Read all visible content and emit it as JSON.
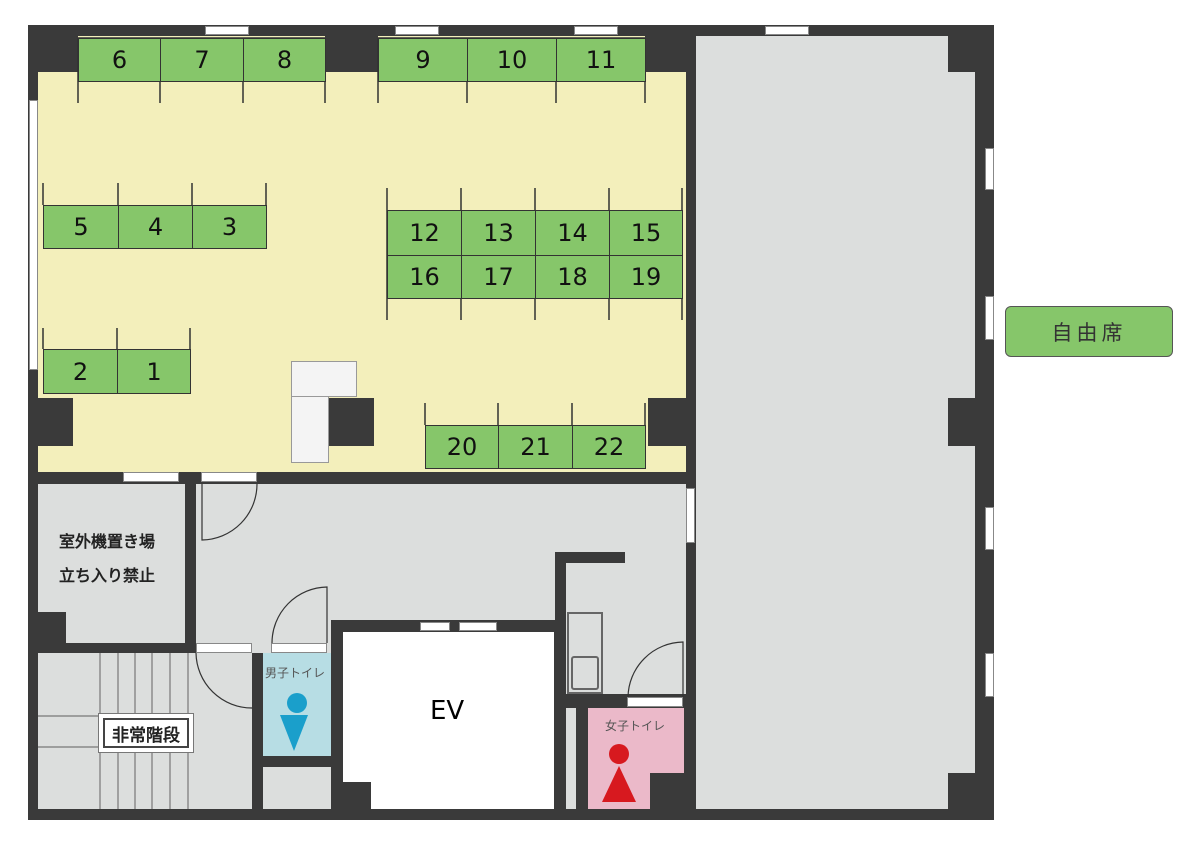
{
  "seats": {
    "s6": "6",
    "s7": "7",
    "s8": "8",
    "s9": "9",
    "s10": "10",
    "s11": "11",
    "s5": "5",
    "s4": "4",
    "s3": "3",
    "s12": "12",
    "s13": "13",
    "s14": "14",
    "s15": "15",
    "s16": "16",
    "s17": "17",
    "s18": "18",
    "s19": "19",
    "s2": "2",
    "s1": "1",
    "s20": "20",
    "s21": "21",
    "s22": "22"
  },
  "rooms": {
    "outdoor_unit_line1": "室外機置き場",
    "outdoor_unit_line2": "立ち入り禁止",
    "emergency_stairs": "非常階段",
    "elevator": "EV",
    "mens_toilet": "男子トイレ",
    "womens_toilet": "女子トイレ"
  },
  "legend": {
    "free_seating": "自由席"
  },
  "colors": {
    "wall": "#3a3a3a",
    "office_floor": "#f3efbb",
    "common_floor": "#dcdedd",
    "seat": "#86c66a",
    "mens": "#b7dde4",
    "womens": "#ebb9c9",
    "mens_icon": "#1a9fcb",
    "womens_icon": "#d7191f"
  }
}
